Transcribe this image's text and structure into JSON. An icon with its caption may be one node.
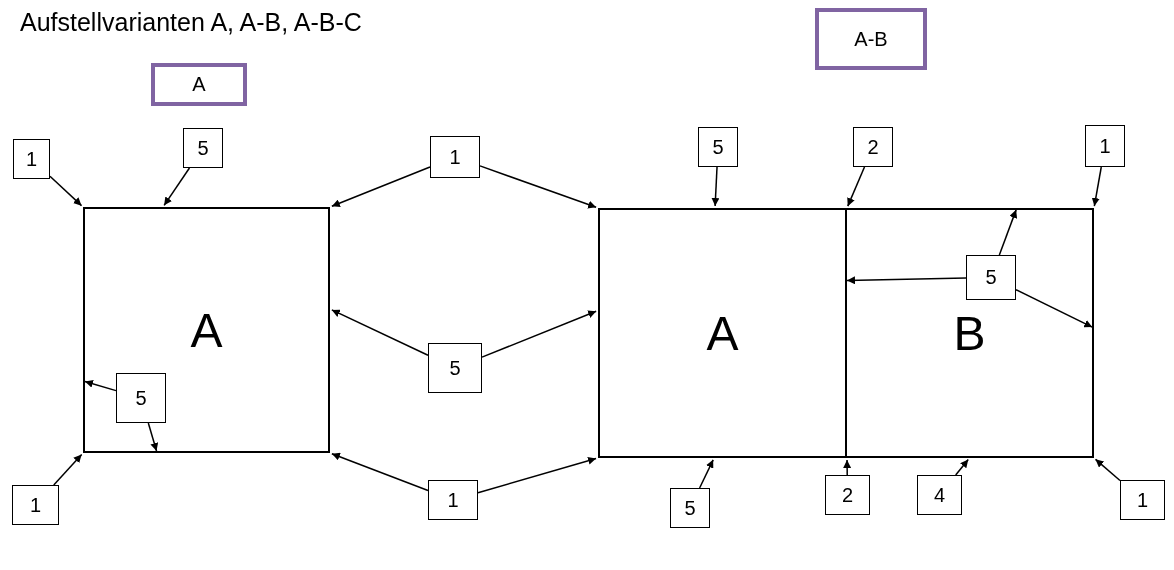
{
  "diagram": {
    "title": "Aufstellvarianten A, A-B, A-B-C",
    "nodes": [
      {
        "text": [
          "A"
        ]
      },
      {
        "text": [
          "A-B"
        ]
      },
      {
        "text": [
          "A"
        ]
      },
      {
        "text": [
          "A"
        ]
      },
      {
        "text": [
          "B"
        ]
      },
      {
        "text": [
          "1"
        ]
      },
      {
        "text": [
          "5"
        ]
      },
      {
        "text": [
          "1"
        ]
      },
      {
        "text": [
          "5"
        ]
      },
      {
        "text": [
          "2"
        ]
      },
      {
        "text": [
          "1"
        ]
      },
      {
        "text": [
          "5"
        ],
        "in": 2
      },
      {
        "text": [
          "5"
        ]
      },
      {
        "text": [
          "5"
        ],
        "in": 4
      },
      {
        "text": [
          "1"
        ]
      },
      {
        "text": [
          "1"
        ]
      },
      {
        "text": [
          "5"
        ]
      },
      {
        "text": [
          "2"
        ]
      },
      {
        "text": [
          "4"
        ]
      },
      {
        "text": [
          "1"
        ]
      }
    ],
    "edges": [
      {
        "from": 5,
        "to": 2,
        "arrow": "to"
      },
      {
        "from": 6,
        "to": 2,
        "arrow": "to"
      },
      {
        "from": 7,
        "to": 2,
        "arrow": "to"
      },
      {
        "from": 7,
        "to": 3,
        "arrow": "to"
      },
      {
        "from": 8,
        "to": 3,
        "arrow": "to"
      },
      {
        "from": 9,
        "to": 3,
        "arrow": "to"
      },
      {
        "from": 10,
        "to": 4,
        "arrow": "to"
      },
      {
        "from": 11,
        "to": 2,
        "arrow": "to"
      },
      {
        "from": 11,
        "to": 2,
        "arrow": "to"
      },
      {
        "from": 12,
        "to": 2,
        "arrow": "to"
      },
      {
        "from": 12,
        "to": 3,
        "arrow": "to"
      },
      {
        "from": 13,
        "to": 4,
        "arrow": "to"
      },
      {
        "from": 13,
        "to": 4,
        "arrow": "to"
      },
      {
        "from": 13,
        "to": 4,
        "arrow": "to"
      },
      {
        "from": 14,
        "to": 2,
        "arrow": "to"
      },
      {
        "from": 15,
        "to": 2,
        "arrow": "to"
      },
      {
        "from": 15,
        "to": 3,
        "arrow": "to"
      },
      {
        "from": 16,
        "to": 3,
        "arrow": "to"
      },
      {
        "from": 17,
        "to": 3,
        "arrow": "to"
      },
      {
        "from": 18,
        "to": 4,
        "arrow": "to"
      },
      {
        "from": 19,
        "to": 4,
        "arrow": "to"
      }
    ]
  }
}
